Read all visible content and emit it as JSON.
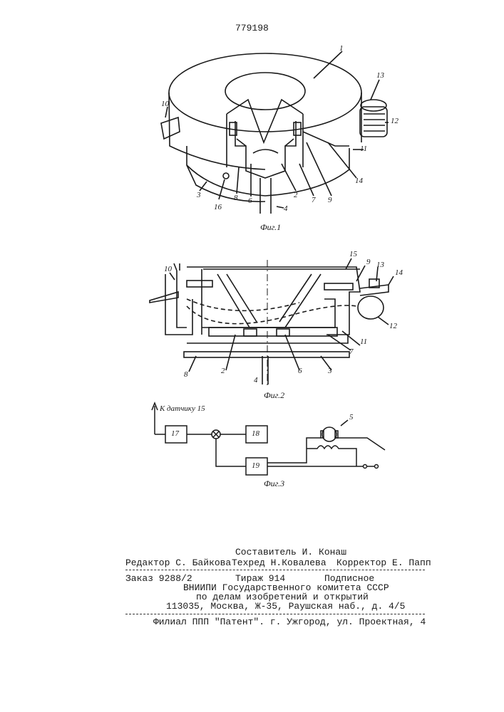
{
  "patent_number": "779198",
  "figures": {
    "fig1": {
      "caption": "Фиг.1",
      "labels": [
        "1",
        "13",
        "12",
        "10",
        "11",
        "14",
        "3",
        "16",
        "8",
        "6",
        "2",
        "4",
        "7",
        "9"
      ]
    },
    "fig2": {
      "caption": "Фиг.2",
      "labels": [
        "15",
        "9",
        "13",
        "14",
        "10",
        "12",
        "11",
        "7",
        "8",
        "2",
        "4",
        "6",
        "3"
      ]
    },
    "fig3": {
      "caption": "Фиг.3",
      "sensor_label": "К датчику 15",
      "motor_label": "5",
      "blocks": [
        "17",
        "18",
        "19"
      ]
    }
  },
  "footer": {
    "compiler": "Составитель И. Конаш",
    "editor": "Редактор С. Байкова",
    "techred": "Техред Н.Ковалева",
    "corrector": "Корректор Е. Папп",
    "order": "Заказ 9288/2",
    "circulation": "Тираж 914",
    "subscription": "Подписное",
    "org_line1": "ВНИИПИ Государственного комитета СССР",
    "org_line2": "по делам изобретений и открытий",
    "address": "113035, Москва, Ж-35, Раушская наб., д. 4/5",
    "branch": "Филиал ППП \"Патент\". г. Ужгород, ул. Проектная, 4"
  }
}
